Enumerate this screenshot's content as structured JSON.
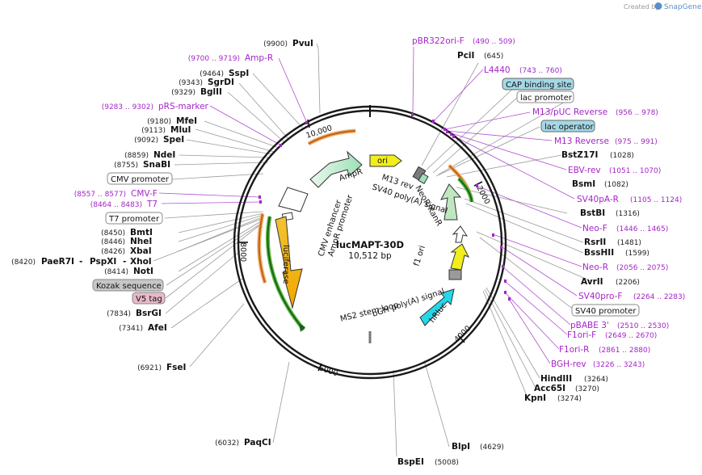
{
  "credit": {
    "created_by": "Created by",
    "brand": "SnapGene"
  },
  "plasmid": {
    "name": "lucMAPT-30D",
    "length": "10,512 bp"
  },
  "ticks": [
    "10,000",
    "2000",
    "4000",
    "6000",
    "8000"
  ],
  "features": {
    "ampr": "AmpR",
    "ampr_promoter": "AmpR promoter",
    "cmv_enhancer": "CMV enhancer",
    "luciferase": "luciferase",
    "ori": "ori",
    "m13_rev": "M13 rev",
    "sv40_polya": "SV40 poly(A) signal",
    "neor": "NeoR/KanR",
    "f1_ori": "f1 ori",
    "hrluc": "hRluc",
    "bgh_polya": "bGH poly(A) signal",
    "ms2": "MS2 stem loop"
  },
  "enzymes": [
    {
      "name": "PvuI",
      "pos": "(9900)"
    },
    {
      "name": "SspI",
      "pos": "(9464)"
    },
    {
      "name": "SgrDI",
      "pos": "(9343)"
    },
    {
      "name": "BglII",
      "pos": "(9329)"
    },
    {
      "name": "MfeI",
      "pos": "(9180)"
    },
    {
      "name": "MluI",
      "pos": "(9113)"
    },
    {
      "name": "SpeI",
      "pos": "(9092)"
    },
    {
      "name": "NdeI",
      "pos": "(8859)"
    },
    {
      "name": "SnaBI",
      "pos": "(8755)"
    },
    {
      "name": "BmtI",
      "pos": "(8450)"
    },
    {
      "name": "NheI",
      "pos": "(8446)"
    },
    {
      "name": "XbaI",
      "pos": "(8426)"
    },
    {
      "name": "NotI",
      "pos": "(8414)"
    },
    {
      "name": "BsrGI",
      "pos": "(7834)"
    },
    {
      "name": "AfeI",
      "pos": "(7341)"
    },
    {
      "name": "FseI",
      "pos": "(6921)"
    },
    {
      "name": "PaqCI",
      "pos": "(6032)"
    },
    {
      "name": "BspEI",
      "pos": "(5008)"
    },
    {
      "name": "BlpI",
      "pos": "(4629)"
    },
    {
      "name": "PciI",
      "pos": "(645)"
    },
    {
      "name": "BstZ17I",
      "pos": "(1028)"
    },
    {
      "name": "BsmI",
      "pos": "(1082)"
    },
    {
      "name": "BstBI",
      "pos": "(1316)"
    },
    {
      "name": "RsrII",
      "pos": "(1481)"
    },
    {
      "name": "BssHII",
      "pos": "(1599)"
    },
    {
      "name": "AvrII",
      "pos": "(2206)"
    },
    {
      "name": "HindIII",
      "pos": "(3264)"
    },
    {
      "name": "Acc65I",
      "pos": "(3270)"
    },
    {
      "name": "KpnI",
      "pos": "(3274)"
    }
  ],
  "multi_site": {
    "pos": "(8420)",
    "a": "PaeR7I",
    "sep1": "-",
    "b": "PspXI",
    "sep2": "-",
    "c": "XhoI"
  },
  "primers": [
    {
      "name": "Amp-R",
      "pos": "(9700 .. 9719)"
    },
    {
      "name": "pRS-marker",
      "pos": "(9283 .. 9302)"
    },
    {
      "name": "CMV-F",
      "pos": "(8557 .. 8577)"
    },
    {
      "name": "T7",
      "pos": "(8464 .. 8483)"
    },
    {
      "name": "pBR322ori-F",
      "pos": "(490 .. 509)"
    },
    {
      "name": "L4440",
      "pos": "(743 .. 760)"
    },
    {
      "name": "M13/pUC Reverse",
      "pos": "(956 .. 978)"
    },
    {
      "name": "M13 Reverse",
      "pos": "(975 .. 991)"
    },
    {
      "name": "EBV-rev",
      "pos": "(1051 .. 1070)"
    },
    {
      "name": "SV40pA-R",
      "pos": "(1105 .. 1124)"
    },
    {
      "name": "Neo-F",
      "pos": "(1446 .. 1465)"
    },
    {
      "name": "Neo-R",
      "pos": "(2056 .. 2075)"
    },
    {
      "name": "SV40pro-F",
      "pos": "(2264 .. 2283)"
    },
    {
      "name": "pBABE 3'",
      "pos": "(2510 .. 2530)"
    },
    {
      "name": "F1ori-F",
      "pos": "(2649 .. 2670)"
    },
    {
      "name": "F1ori-R",
      "pos": "(2861 .. 2880)"
    },
    {
      "name": "BGH-rev",
      "pos": "(3226 .. 3243)"
    }
  ],
  "boxes": [
    {
      "text": "CMV promoter"
    },
    {
      "text": "T7 promoter"
    },
    {
      "text": "Kozak sequence"
    },
    {
      "text": "V5 tag"
    },
    {
      "text": "CAP binding site"
    },
    {
      "text": "lac promoter"
    },
    {
      "text": "lac operator"
    },
    {
      "text": "SV40 promoter"
    }
  ]
}
